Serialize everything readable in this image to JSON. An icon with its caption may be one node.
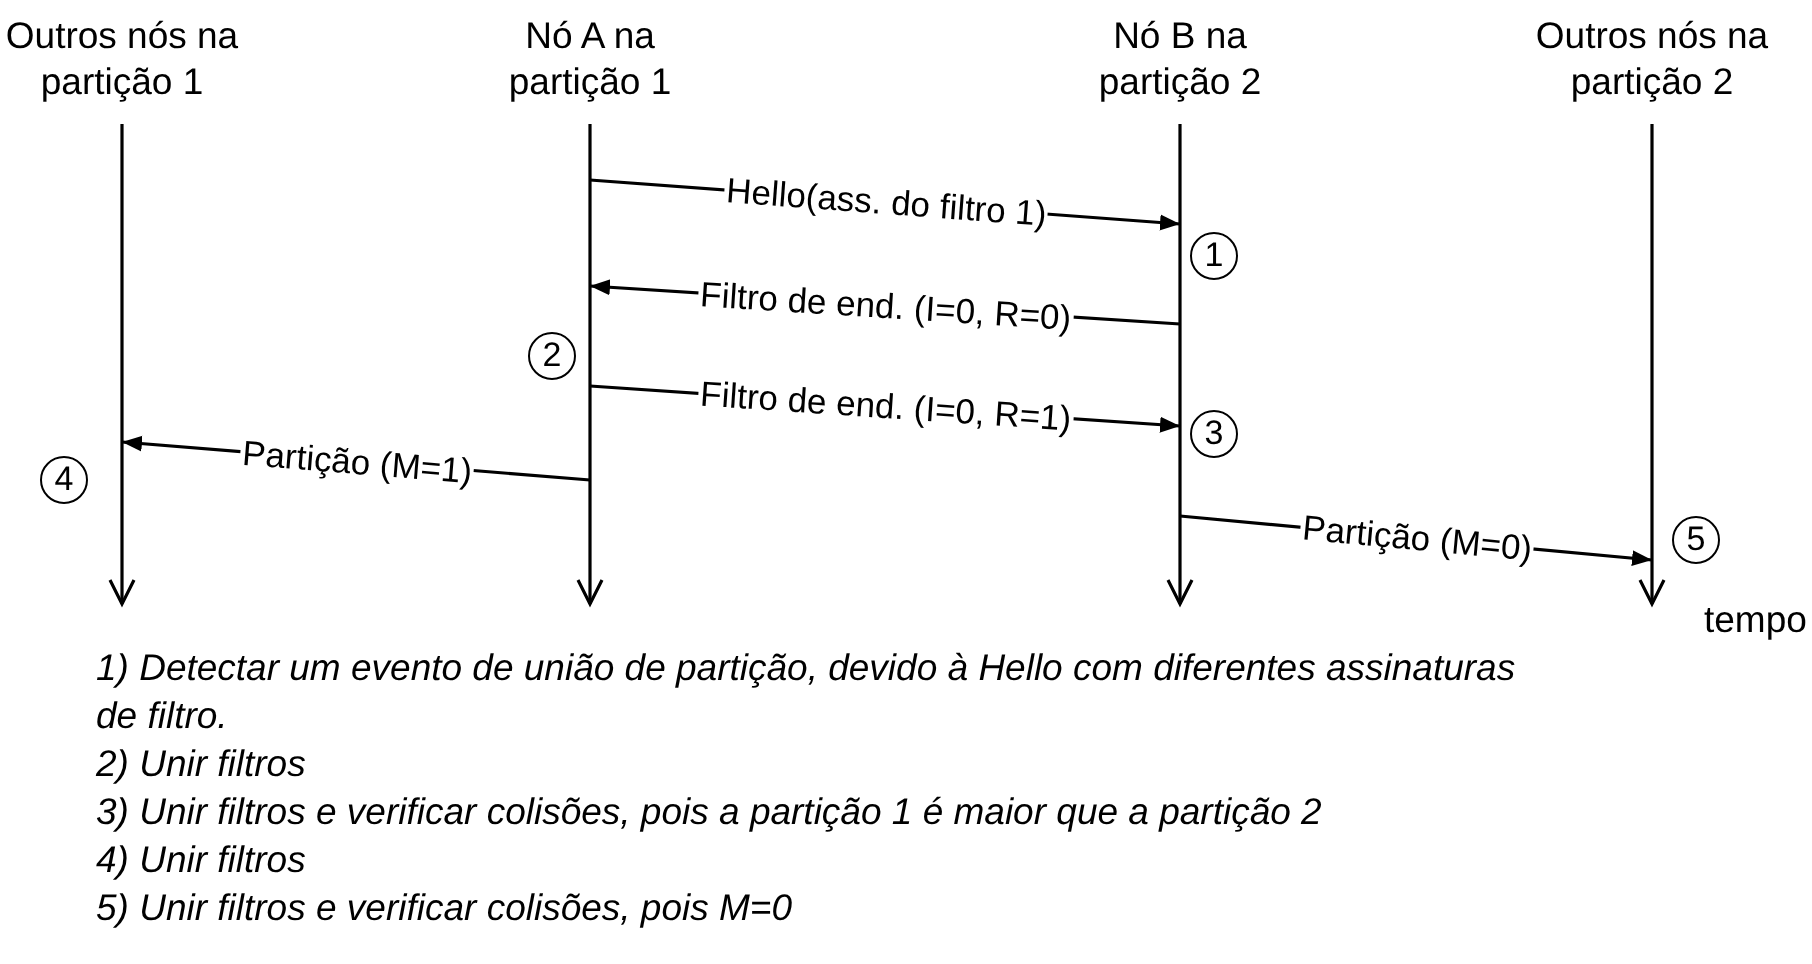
{
  "diagram": {
    "nodes": [
      {
        "text": [
          "Outros nós na partição 1",
          "4"
        ]
      },
      {
        "text": [
          "Nó A na partição 1",
          "2"
        ]
      },
      {
        "text": [
          "Nó B na partição 2",
          "1",
          "3"
        ]
      },
      {
        "text": [
          "Outros nós na partição 2",
          "5"
        ]
      }
    ],
    "edges": [
      {
        "from": 1,
        "to": 2,
        "arrow": "to",
        "label": "Hello(ass. do filtro 1)"
      },
      {
        "from": 2,
        "to": 1,
        "arrow": "to",
        "label": "Filtro de end. (I=0, R=0)"
      },
      {
        "from": 1,
        "to": 2,
        "arrow": "to",
        "label": "Filtro de end. (I=0, R=1)"
      },
      {
        "from": 1,
        "to": 0,
        "arrow": "to",
        "label": "Partição (M=1)"
      },
      {
        "from": 2,
        "to": 3,
        "arrow": "to",
        "label": "Partição (M=0)"
      }
    ],
    "labels": [
      "tempo",
      "1) Detectar um evento de união de partição, devido à Hello com diferentes assinaturas de filtro.",
      "2) Unir filtros",
      "3) Unir filtros e verificar colisões, pois a partição 1 é maior que a partição 2",
      "4) Unir filtros",
      "5) Unir filtros e verificar colisões, pois M=0"
    ]
  }
}
